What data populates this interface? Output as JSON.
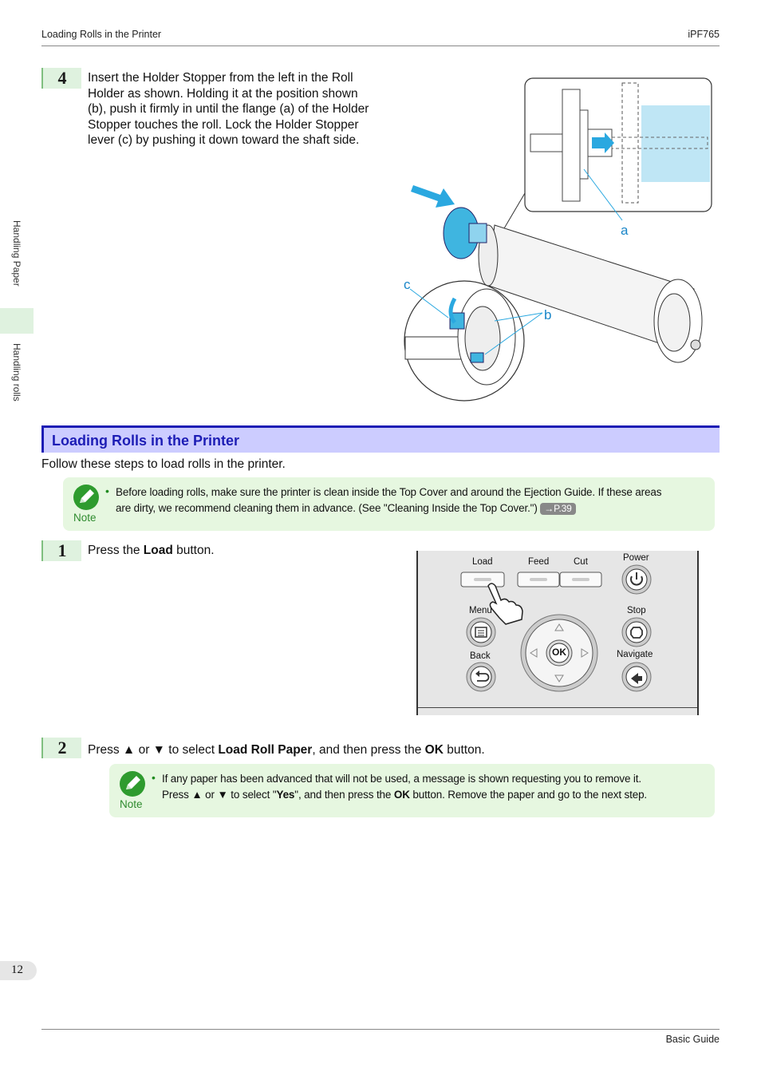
{
  "header": {
    "left": "Loading Rolls in the Printer",
    "right": "iPF765"
  },
  "footer": {
    "right": "Basic Guide",
    "page_number": "12"
  },
  "sidebar": {
    "tab1": "Handling Paper",
    "tab2": "Handling rolls"
  },
  "step4": {
    "number": "4",
    "lines": [
      "Insert the Holder Stopper from the left in the Roll",
      "Holder as shown. Holding it at the position shown",
      "(b), push it firmly in until the flange (a) of the Holder",
      "Stopper touches the roll. Lock the Holder Stopper",
      "lever (c) by pushing it down toward the shaft side."
    ],
    "labels": {
      "a": "a",
      "b": "b",
      "c": "c"
    }
  },
  "section": {
    "title": "Loading Rolls in the Printer",
    "intro": "Follow these steps to load rolls in the printer."
  },
  "note1": {
    "label": "Note",
    "bullet": "•",
    "line1": "Before loading rolls, make sure the printer is clean inside the Top Cover and around the Ejection Guide. If these areas",
    "line2": "are dirty, we recommend cleaning them in advance.  (See \"Cleaning Inside the Top Cover.\")",
    "ref": "→P.39"
  },
  "step1": {
    "number": "1",
    "pre": "Press the ",
    "bold": "Load",
    "post": " button."
  },
  "panel": {
    "load": "Load",
    "feed": "Feed",
    "cut": "Cut",
    "power": "Power",
    "menu": "Menu",
    "stop": "Stop",
    "back": "Back",
    "navigate": "Navigate",
    "ok": "OK"
  },
  "step2": {
    "number": "2",
    "t1": "Press ▲ or ▼ to select ",
    "b1": "Load Roll Paper",
    "t2": ", and then press the ",
    "b2": "OK",
    "t3": " button."
  },
  "note2": {
    "label": "Note",
    "bullet": "•",
    "line1": "If any paper has been advanced that will not be used, a message is shown requesting you to remove it.",
    "l2a": "Press ▲ or ▼ to select \"",
    "l2b": "Yes",
    "l2c": "\", and then press the ",
    "l2d": "OK",
    "l2e": " button. Remove the paper and go to the next step."
  },
  "colors": {
    "accent_blue": "#1d1db5",
    "section_bg": "#ccccff",
    "note_bg": "#e6f7e0",
    "cyan": "#3fb5e0"
  }
}
